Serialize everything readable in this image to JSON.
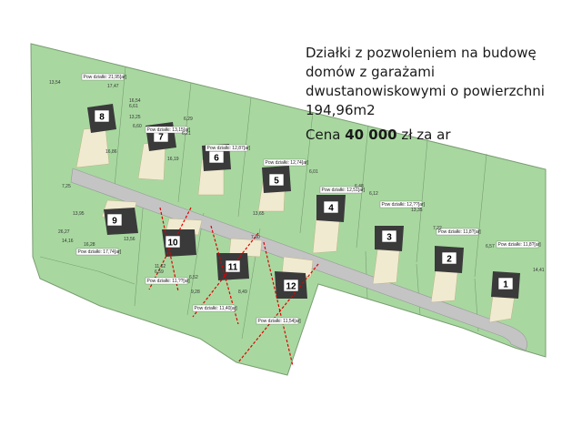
{
  "heading": {
    "lines": [
      "Działki z pozwoleniem na budowę",
      "domów z garażami",
      "dwustanowiskowymi o powierzchni",
      "194,96m2"
    ],
    "price_prefix": "Cena",
    "price_value": "40 000",
    "price_suffix": "zł za ar"
  },
  "lots": [
    {
      "num": "1",
      "area": "Pow działki: 11,8?[ar]"
    },
    {
      "num": "2",
      "area": "Pow działki: 11,8?[ar]"
    },
    {
      "num": "3",
      "area": "Pow działki: 12,??[ar]"
    },
    {
      "num": "4",
      "area": "Pow działki: 12,51[ar]"
    },
    {
      "num": "5",
      "area": "Pow działki: 12,74[ar]"
    },
    {
      "num": "6",
      "area": "Pow działki: 12,87[ar]"
    },
    {
      "num": "7",
      "area": "Pow działki: 13,15[ar]"
    },
    {
      "num": "8",
      "area": "Pow działki: 21,95[ar]"
    },
    {
      "num": "9",
      "area": "Pow działki: 17,74[ar]"
    },
    {
      "num": "10",
      "area": "Pow działki: 11,??[ar]"
    },
    {
      "num": "11",
      "area": "Pow działki: 11,40[ar]"
    },
    {
      "num": "12",
      "area": "Pow działki: 11,54[ar]"
    }
  ],
  "dimensions": [
    "13,54",
    "17,47",
    "16,54",
    "13,25",
    "16,86",
    "6,61",
    "6,60",
    "16,19",
    "6,29",
    "6,21",
    "7,25",
    "13,95",
    "26,27",
    "14,16",
    "16,28",
    "13,56",
    "11,62",
    "6,59",
    "6,52",
    "9,28",
    "8,49",
    "13,65",
    "7,30",
    "6,01",
    "6,48",
    "6,12",
    "13,35",
    "7,22",
    "6,57",
    "14,41"
  ],
  "colors": {
    "parcel": "#a8d8a0",
    "road": "#c4c4c4",
    "house": "#3a3a3a",
    "buildzone": "#f0ead0",
    "sold_mark": "#e00000",
    "text": "#1a1a1a"
  }
}
